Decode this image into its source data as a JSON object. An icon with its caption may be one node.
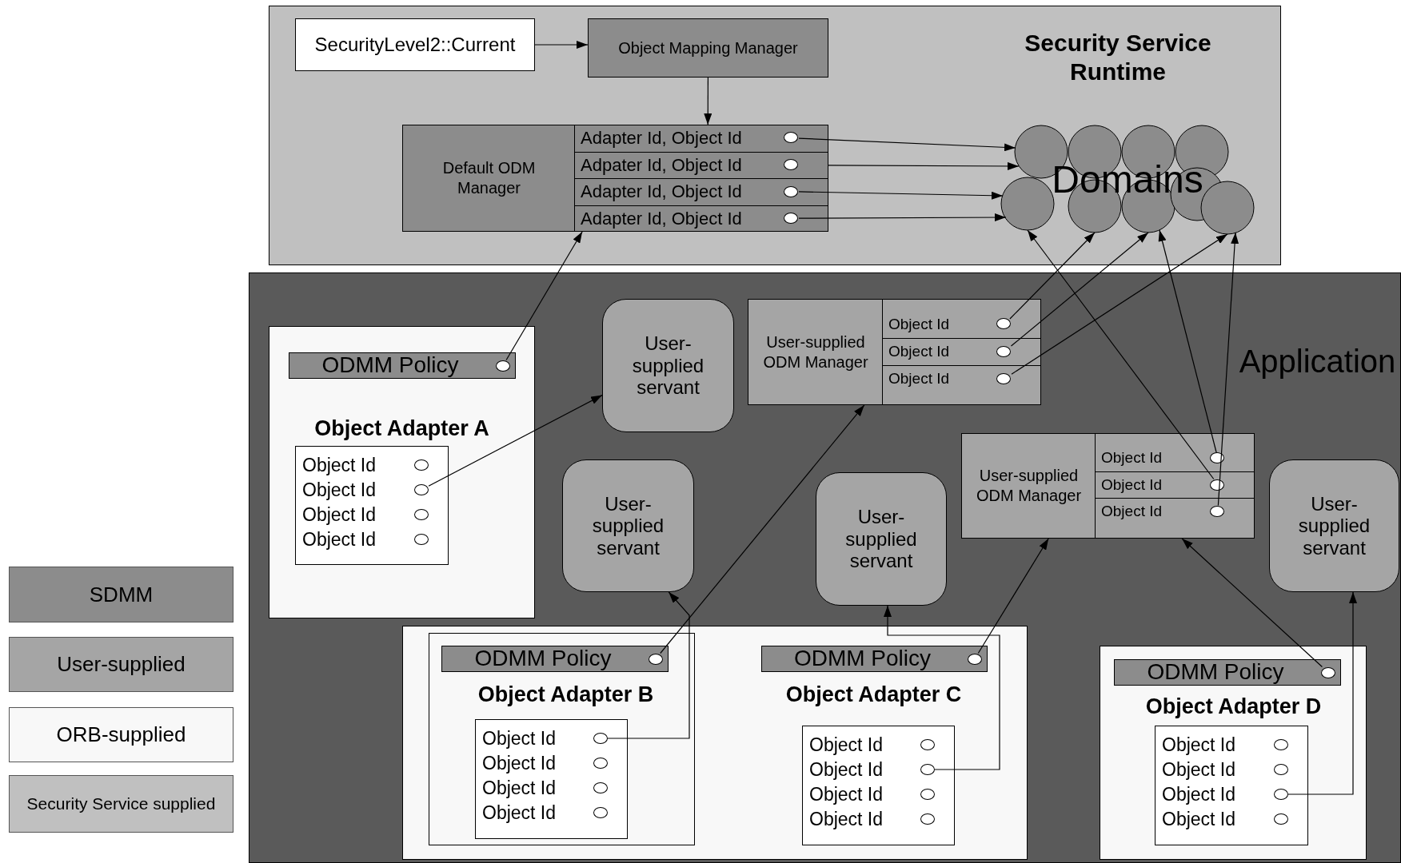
{
  "diagram": {
    "nodes": [
      {
        "text": [
          "Security Service Runtime"
        ]
      },
      {
        "text": [
          "SecurityLevel2::Current"
        ],
        "in": 0
      },
      {
        "text": [
          "Object Mapping Manager"
        ],
        "in": 0
      },
      {
        "text": [
          "Default ODM Manager"
        ],
        "in": 0
      },
      {
        "text": [
          "Adapter Id, Object Id"
        ],
        "in": 3
      },
      {
        "text": [
          "Adpater Id, Object Id"
        ],
        "in": 3
      },
      {
        "text": [
          "Adapter Id, Object Id"
        ],
        "in": 3
      },
      {
        "text": [
          "Adapter Id, Object Id"
        ],
        "in": 3
      },
      {
        "text": [],
        "shape": "circle",
        "in": 4
      },
      {
        "text": [],
        "shape": "circle",
        "in": 5
      },
      {
        "text": [],
        "shape": "circle",
        "in": 6
      },
      {
        "text": [],
        "shape": "circle",
        "in": 7
      },
      {
        "text": [
          "Domains"
        ],
        "in": 0
      },
      {
        "text": [
          "Application"
        ]
      },
      {
        "text": [
          "Object Adapter A"
        ],
        "in": 13
      },
      {
        "text": [
          "ODMM Policy"
        ],
        "in": 14
      },
      {
        "text": [],
        "shape": "circle",
        "in": 15
      },
      {
        "text": [
          "Object Id",
          "Object Id",
          "Object Id",
          "Object Id"
        ],
        "in": 14
      },
      {
        "text": [],
        "shape": "circle",
        "in": 17
      },
      {
        "text": [],
        "shape": "circle",
        "in": 17
      },
      {
        "text": [],
        "shape": "circle",
        "in": 17
      },
      {
        "text": [],
        "shape": "circle",
        "in": 17
      },
      {
        "text": [
          "User-supplied servant"
        ],
        "in": 13
      },
      {
        "text": [
          "User-supplied ODM Manager"
        ],
        "in": 13
      },
      {
        "text": [
          "Object Id"
        ],
        "in": 23
      },
      {
        "text": [
          "Object Id"
        ],
        "in": 23
      },
      {
        "text": [
          "Object Id"
        ],
        "in": 23
      },
      {
        "text": [],
        "shape": "circle",
        "in": 24
      },
      {
        "text": [],
        "shape": "circle",
        "in": 25
      },
      {
        "text": [],
        "shape": "circle",
        "in": 26
      },
      {
        "text": [
          "User-supplied servant"
        ],
        "in": 13
      },
      {
        "text": [
          "User-supplied servant"
        ],
        "in": 13
      },
      {
        "text": [
          "User-supplied ODM Manager"
        ],
        "in": 13
      },
      {
        "text": [
          "Object Id"
        ],
        "in": 32
      },
      {
        "text": [
          "Object Id"
        ],
        "in": 32
      },
      {
        "text": [
          "Object Id"
        ],
        "in": 32
      },
      {
        "text": [],
        "shape": "circle",
        "in": 33
      },
      {
        "text": [],
        "shape": "circle",
        "in": 34
      },
      {
        "text": [],
        "shape": "circle",
        "in": 35
      },
      {
        "text": [
          "User-supplied servant"
        ],
        "in": 13
      },
      {
        "text": [
          "Object Adapter C"
        ],
        "in": 13
      },
      {
        "text": [
          "Object Adapter B"
        ],
        "in": 40
      },
      {
        "text": [
          "ODMM Policy"
        ],
        "in": 41
      },
      {
        "text": [],
        "shape": "circle",
        "in": 42
      },
      {
        "text": [
          "Object Id",
          "Object Id",
          "Object Id",
          "Object Id"
        ],
        "in": 41
      },
      {
        "text": [],
        "shape": "circle",
        "in": 44
      },
      {
        "text": [],
        "shape": "circle",
        "in": 44
      },
      {
        "text": [],
        "shape": "circle",
        "in": 44
      },
      {
        "text": [],
        "shape": "circle",
        "in": 44
      },
      {
        "text": [
          "ODMM Policy"
        ],
        "in": 40
      },
      {
        "text": [],
        "shape": "circle",
        "in": 49
      },
      {
        "text": [
          "Object Id",
          "Object Id",
          "Object Id",
          "Object Id"
        ],
        "in": 40
      },
      {
        "text": [],
        "shape": "circle",
        "in": 51
      },
      {
        "text": [],
        "shape": "circle",
        "in": 51
      },
      {
        "text": [],
        "shape": "circle",
        "in": 51
      },
      {
        "text": [],
        "shape": "circle",
        "in": 51
      },
      {
        "text": [
          "Object Adapter D"
        ],
        "in": 13
      },
      {
        "text": [
          "ODMM Policy"
        ],
        "in": 56
      },
      {
        "text": [],
        "shape": "circle",
        "in": 57
      },
      {
        "text": [
          "Object Id",
          "Object Id",
          "Object Id",
          "Object Id"
        ],
        "in": 56
      },
      {
        "text": [],
        "shape": "circle",
        "in": 59
      },
      {
        "text": [],
        "shape": "circle",
        "in": 59
      },
      {
        "text": [],
        "shape": "circle",
        "in": 59
      },
      {
        "text": [],
        "shape": "circle",
        "in": 59
      }
    ],
    "edges": [
      {
        "from": 1,
        "to": 2,
        "arrow": "to"
      },
      {
        "from": 2,
        "to": 3,
        "arrow": "to"
      },
      {
        "from": 8,
        "to": 12,
        "arrow": "to"
      },
      {
        "from": 5,
        "to": 12,
        "arrow": "to"
      },
      {
        "from": 10,
        "to": 12,
        "arrow": "to"
      },
      {
        "from": 11,
        "to": 12,
        "arrow": "to"
      },
      {
        "from": 16,
        "to": 3,
        "arrow": "to"
      },
      {
        "from": 19,
        "to": 22,
        "arrow": "to"
      },
      {
        "from": 27,
        "to": 12,
        "arrow": "to"
      },
      {
        "from": 28,
        "to": 12,
        "arrow": "to"
      },
      {
        "from": 29,
        "to": 12,
        "arrow": "to"
      },
      {
        "from": 36,
        "to": 12,
        "arrow": "to"
      },
      {
        "from": 37,
        "to": 12,
        "arrow": "to"
      },
      {
        "from": 38,
        "to": 12,
        "arrow": "to"
      },
      {
        "from": 43,
        "to": 23,
        "arrow": "to"
      },
      {
        "from": 45,
        "to": 30,
        "arrow": "to"
      },
      {
        "from": 50,
        "to": 32,
        "arrow": "to"
      },
      {
        "from": 53,
        "to": 31,
        "arrow": "to"
      },
      {
        "from": 58,
        "to": 32,
        "arrow": "to"
      },
      {
        "from": 62,
        "to": 39,
        "arrow": "to"
      }
    ],
    "legend": [
      {
        "text": "SDMM",
        "color": "#8c8c8c"
      },
      {
        "text": "User-supplied",
        "color": "#a5a5a5"
      },
      {
        "text": "ORB-supplied",
        "color": "#f8f8f8"
      },
      {
        "text": "Security Service supplied",
        "color": "#c0c0c0"
      }
    ]
  }
}
